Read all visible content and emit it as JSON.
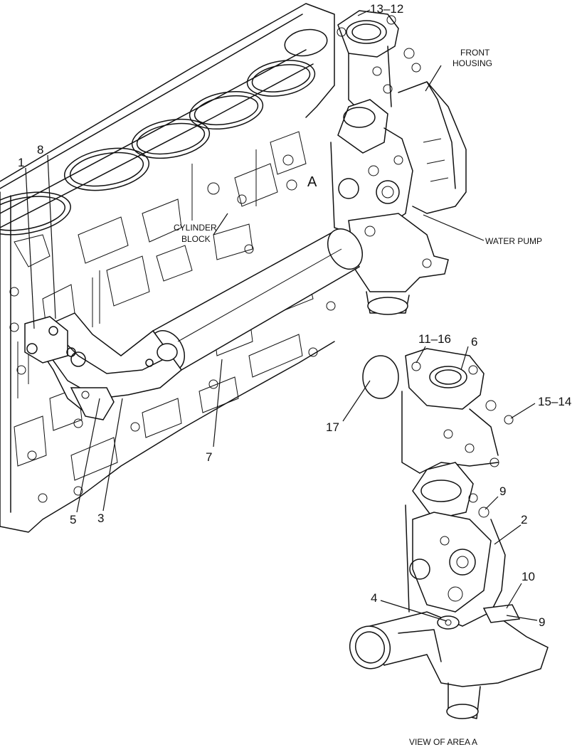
{
  "callouts": {
    "c13_12": "13–12",
    "c8": "8",
    "c1": "1",
    "c11_16": "11–16",
    "c6": "6",
    "c15_14": "15–14",
    "c17": "17",
    "c7": "7",
    "c5": "5",
    "c3": "3",
    "c9a": "9",
    "c2": "2",
    "c10": "10",
    "c4": "4",
    "c9b": "9"
  },
  "labels": {
    "front_housing_1": "FRONT",
    "front_housing_2": "HOUSING",
    "water_pump": "WATER PUMP",
    "cylinder_1": "CYLINDER",
    "cylinder_2": "BLOCK",
    "area_marker": "A",
    "view_caption": "VIEW OF AREA A"
  }
}
